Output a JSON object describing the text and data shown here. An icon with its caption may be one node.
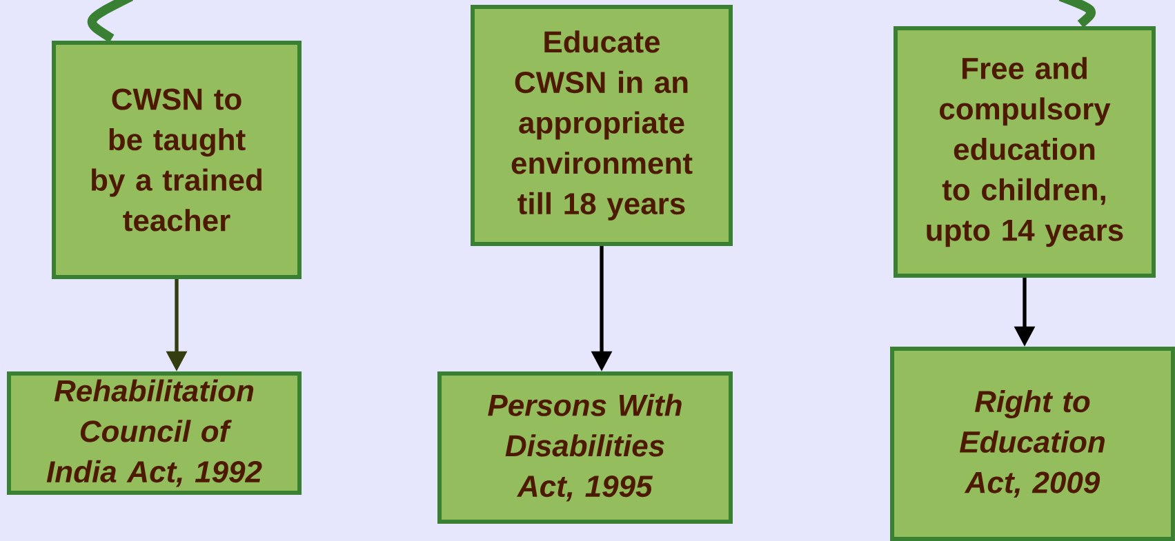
{
  "diagram": {
    "nodes": [
      {
        "text": [
          "CWSN to be taught by a trained teacher"
        ]
      },
      {
        "text": [
          "*Rehabilitation Council of India Act, 1992*"
        ]
      },
      {
        "text": [
          "Educate CWSN in an appropriate environment till 18 years"
        ]
      },
      {
        "text": [
          "*Persons With Disabilities Act, 1995*"
        ]
      },
      {
        "text": [
          "Free and compulsory education to children, upto 14 years"
        ]
      },
      {
        "text": [
          "*Right to Education Act, 2009*"
        ]
      }
    ],
    "edges": [
      {
        "from": null,
        "to": 0,
        "arrow": "none",
        "style": "thick",
        "color": "#3a8032"
      },
      {
        "from": null,
        "to": 4,
        "arrow": "none",
        "style": "thick",
        "color": "#3a8032"
      },
      {
        "from": 0,
        "to": 1,
        "arrow": "to",
        "color": "#333d0d"
      },
      {
        "from": 2,
        "to": 3,
        "arrow": "to",
        "color": "#000000"
      },
      {
        "from": 4,
        "to": 5,
        "arrow": "to",
        "color": "#000000"
      }
    ]
  }
}
